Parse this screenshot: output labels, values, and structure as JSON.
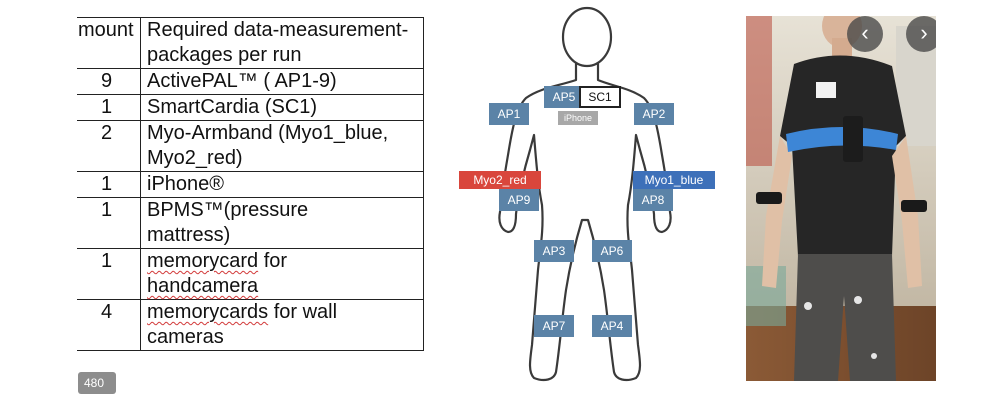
{
  "table": {
    "header": {
      "amount": "mount",
      "required": "Required data-measurement-packages per run"
    },
    "rows": [
      {
        "amount": "9",
        "line1": "ActivePAL™ ( AP1-9)",
        "line2": ""
      },
      {
        "amount": "1",
        "line1": "SmartCardia (SC1)",
        "line2": ""
      },
      {
        "amount": "2",
        "line1": "Myo-Armband (Myo1_blue,",
        "line2": "Myo2_red)"
      },
      {
        "amount": "1",
        "line1": "iPhone®",
        "line2": ""
      },
      {
        "amount": "1",
        "line1": "BPMS™(pressure",
        "line2": "mattress)"
      },
      {
        "amount": "1",
        "line1a": "memorycard",
        "line1b": " for",
        "line2": "handcamera"
      },
      {
        "amount": "4",
        "line1a": "memorycards",
        "line1b": " for wall",
        "line2": "cameras"
      }
    ]
  },
  "page_badge": "480",
  "diagram": {
    "labels": {
      "ap5": "AP5",
      "sc1": "SC1",
      "iphone": "iPhone",
      "ap1": "AP1",
      "ap2": "AP2",
      "myo2": "Myo2_red",
      "myo1": "Myo1_blue",
      "ap9": "AP9",
      "ap8": "AP8",
      "ap3": "AP3",
      "ap6": "AP6",
      "ap7": "AP7",
      "ap4": "AP4"
    },
    "colors": {
      "ap": "#5b83a7",
      "red": "#d9463c",
      "blue": "#3d70b9",
      "phone": "#a8a8a8"
    }
  },
  "photo": {
    "prev_icon": "chevron-left-icon",
    "next_icon": "chevron-right-icon",
    "prev_glyph": "‹",
    "next_glyph": "›"
  }
}
